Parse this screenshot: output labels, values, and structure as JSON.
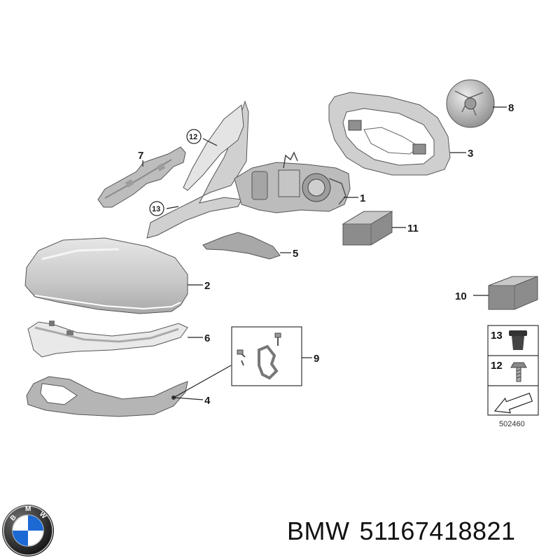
{
  "parts": [
    {
      "number": "1"
    },
    {
      "number": "2"
    },
    {
      "number": "3"
    },
    {
      "number": "4"
    },
    {
      "number": "5"
    },
    {
      "number": "6"
    },
    {
      "number": "7"
    },
    {
      "number": "8"
    },
    {
      "number": "9"
    },
    {
      "number": "10"
    },
    {
      "number": "11"
    },
    {
      "number": "12",
      "circled": true
    },
    {
      "number": "13",
      "circled": true
    }
  ],
  "legend": {
    "items": [
      {
        "number": "13",
        "icon": "grommet-icon"
      },
      {
        "number": "12",
        "icon": "screw-icon"
      }
    ],
    "arrow_icon": "direction-arrow-icon",
    "diagram_number": "502460"
  },
  "logo": {
    "text": "BMW",
    "colors": {
      "blue": "#1c69d4",
      "black": "#111111",
      "white": "#ffffff"
    }
  },
  "footer": {
    "brand": "BMW",
    "part_number": "51167418821"
  }
}
